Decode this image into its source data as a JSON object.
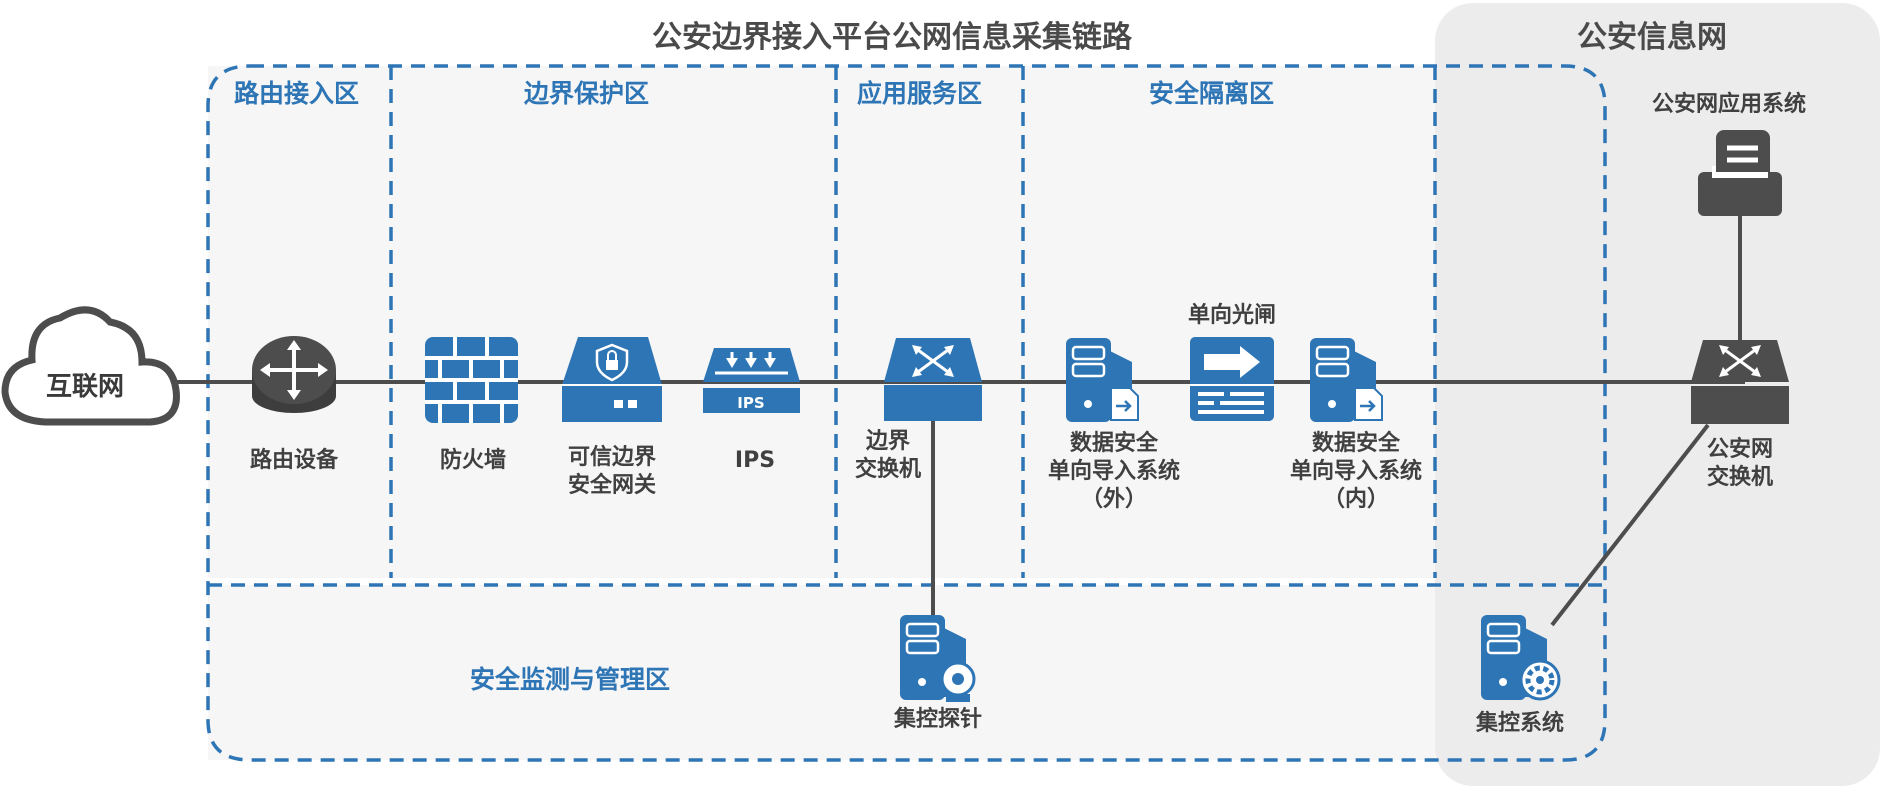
{
  "title": "公安边界接入平台公网信息采集链路",
  "right_title": "公安信息网",
  "zones": {
    "routing": "路由接入区",
    "boundary": "边界保护区",
    "app_service": "应用服务区",
    "isolation": "安全隔离区",
    "monitor": "安全监测与管理区"
  },
  "nodes": {
    "internet": "互联网",
    "router": "路由设备",
    "firewall": "防火墙",
    "gateway": [
      "可信边界",
      "安全网关"
    ],
    "ips": "IPS",
    "ips_badge": "IPS",
    "boundary_switch": [
      "边界",
      "交换机"
    ],
    "import_outer": [
      "数据安全",
      "单向导入系统",
      "（外）"
    ],
    "gate": "单向光闸",
    "import_inner": [
      "数据安全",
      "单向导入系统",
      "（内）"
    ],
    "police_app": "公安网应用系统",
    "police_switch": [
      "公安网",
      "交换机"
    ],
    "probe": "集控探针",
    "control_system": "集控系统"
  },
  "colors": {
    "accent_blue": "#2e75b6",
    "dark_gray": "#4a4a4a",
    "zone_fill": "#f6f6f6",
    "police_panel": "#ececec"
  }
}
